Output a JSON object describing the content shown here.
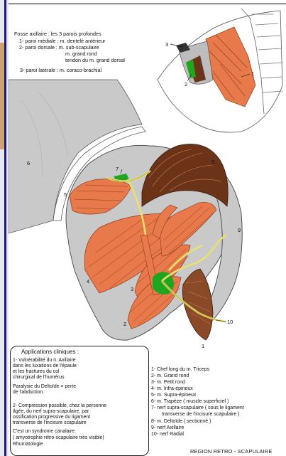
{
  "fossa_panel": {
    "title": "Fosse axillaire : les 3 parois profondes",
    "items": [
      "1- paroi médiale : m. dentelé antérieur",
      "2- paroi dorsale : m. sub-scapulaire",
      "m. grand rond",
      "tendon du m. grand dorsal",
      "3- paroi latérale : m. coraco-brachial"
    ],
    "callouts": [
      "3",
      "2",
      "1"
    ]
  },
  "diagram_numbers": [
    "6",
    "7",
    "5",
    "8",
    "9",
    "4",
    "3",
    "2",
    "10",
    "1"
  ],
  "clinical": {
    "title": "Applications cliniques :",
    "lines": [
      "1- Vulnérabilité du n. Axillaire",
      "dans les luxations de l'épaule",
      "et les fractures du col",
      "chirurgical de l'humérus",
      "Paralysie du Deltoïde = perte",
      "de l'abduction.",
      "2- Compression possible, chez la personne",
      "âgée, du nerf supra-scapulaire, par",
      "ossification progressive du ligament",
      "transverse de l'incisure scapulaire",
      "C'est un syndrome canalaire.",
      "( amyotrophie rétro-scapulaire très visible)",
      "Rhumatologie"
    ]
  },
  "legend": [
    "1- Chef long du m. Triceps",
    "2- m. Grand rond",
    "3- m. Petit rond",
    "4- m. Infra-épineux",
    "5- m. Supra-épineux",
    "6- m. Trapèze ( muscle superficiel )",
    "7- nerf supra-scapulaire ( sous le ligament",
    "transverse de l'incisure scapulaire )",
    "8- m. Deltoïde ( sectionné )",
    "9- nerf Axillaire",
    "10- nerf Radial"
  ],
  "footer": "REGION RETRO - SCAPULAIRE",
  "colors": {
    "muscle": "#e8794a",
    "muscle_dark": "#8a3a1a",
    "bone": "#c9c9c9",
    "deltoid": "#6b3418",
    "nerve": "#e8e070",
    "green": "#1fa61f",
    "frame_blue": "#1a1a7a"
  }
}
